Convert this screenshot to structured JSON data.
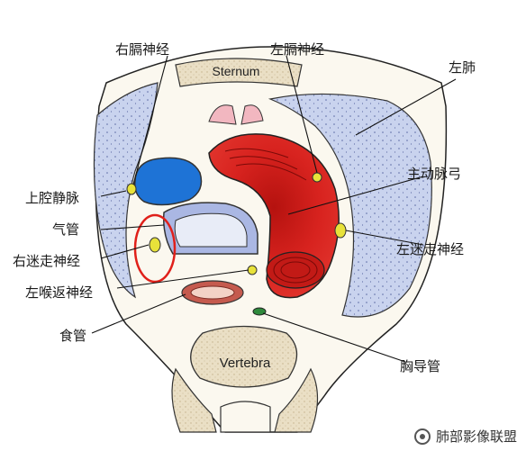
{
  "labels": {
    "right_phrenic": "右膈神经",
    "left_phrenic": "左膈神经",
    "left_lung": "左肺",
    "aortic_arch": "主动脉弓",
    "svc": "上腔静脉",
    "trachea": "气管",
    "right_vagus": "右迷走神经",
    "left_vagus": "左迷走神经",
    "left_recurrent_laryngeal": "左喉返神经",
    "esophagus": "食管",
    "thoracic_duct": "胸导管",
    "sternum": "Sternum",
    "vertebra": "Vertebra"
  },
  "watermark": "肺部影像联盟",
  "colors": {
    "lung": "#c9d3ee",
    "aorta": "#d8231f",
    "svc": "#1e73d6",
    "trachea": "#aab7e3",
    "nerve": "#e8e23a",
    "highlight_circle": "#e0201a",
    "bone": "#e9dcc0"
  },
  "icons": {
    "watermark_logo": "wechat-channel-icon"
  }
}
